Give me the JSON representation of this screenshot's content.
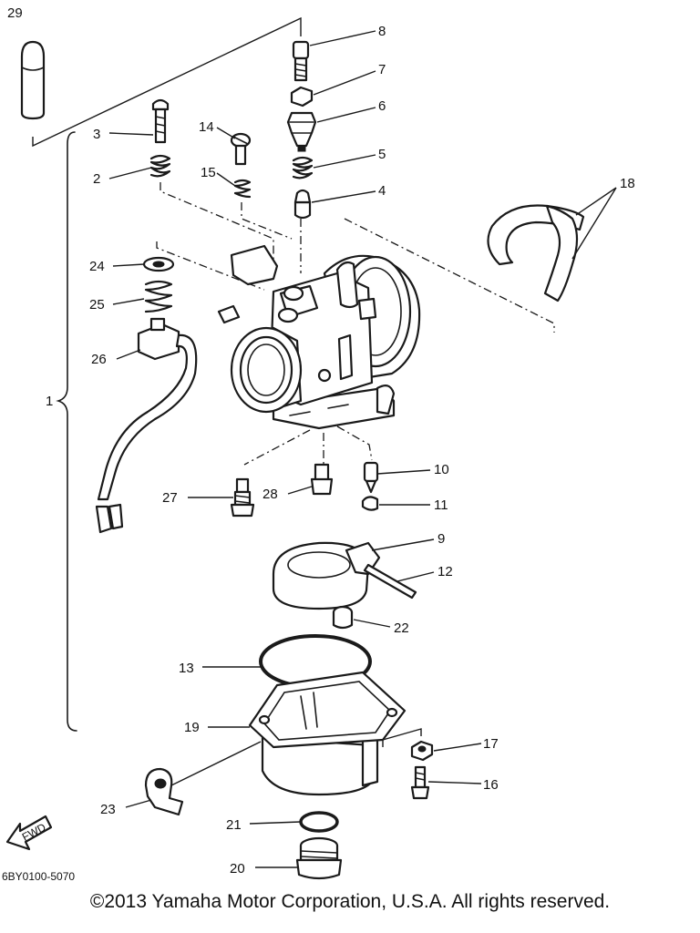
{
  "diagram": {
    "callouts": [
      "29",
      "8",
      "7",
      "3",
      "14",
      "6",
      "5",
      "2",
      "15",
      "4",
      "18",
      "24",
      "25",
      "26",
      "1",
      "10",
      "27",
      "28",
      "11",
      "9",
      "12",
      "22",
      "13",
      "19",
      "17",
      "16",
      "23",
      "21",
      "20"
    ],
    "fwd_label": "FWD",
    "drawing_code": "6BY0100-5070"
  },
  "footer": {
    "copyright": "©2013 Yamaha Motor Corporation, U.S.A. All rights reserved."
  }
}
